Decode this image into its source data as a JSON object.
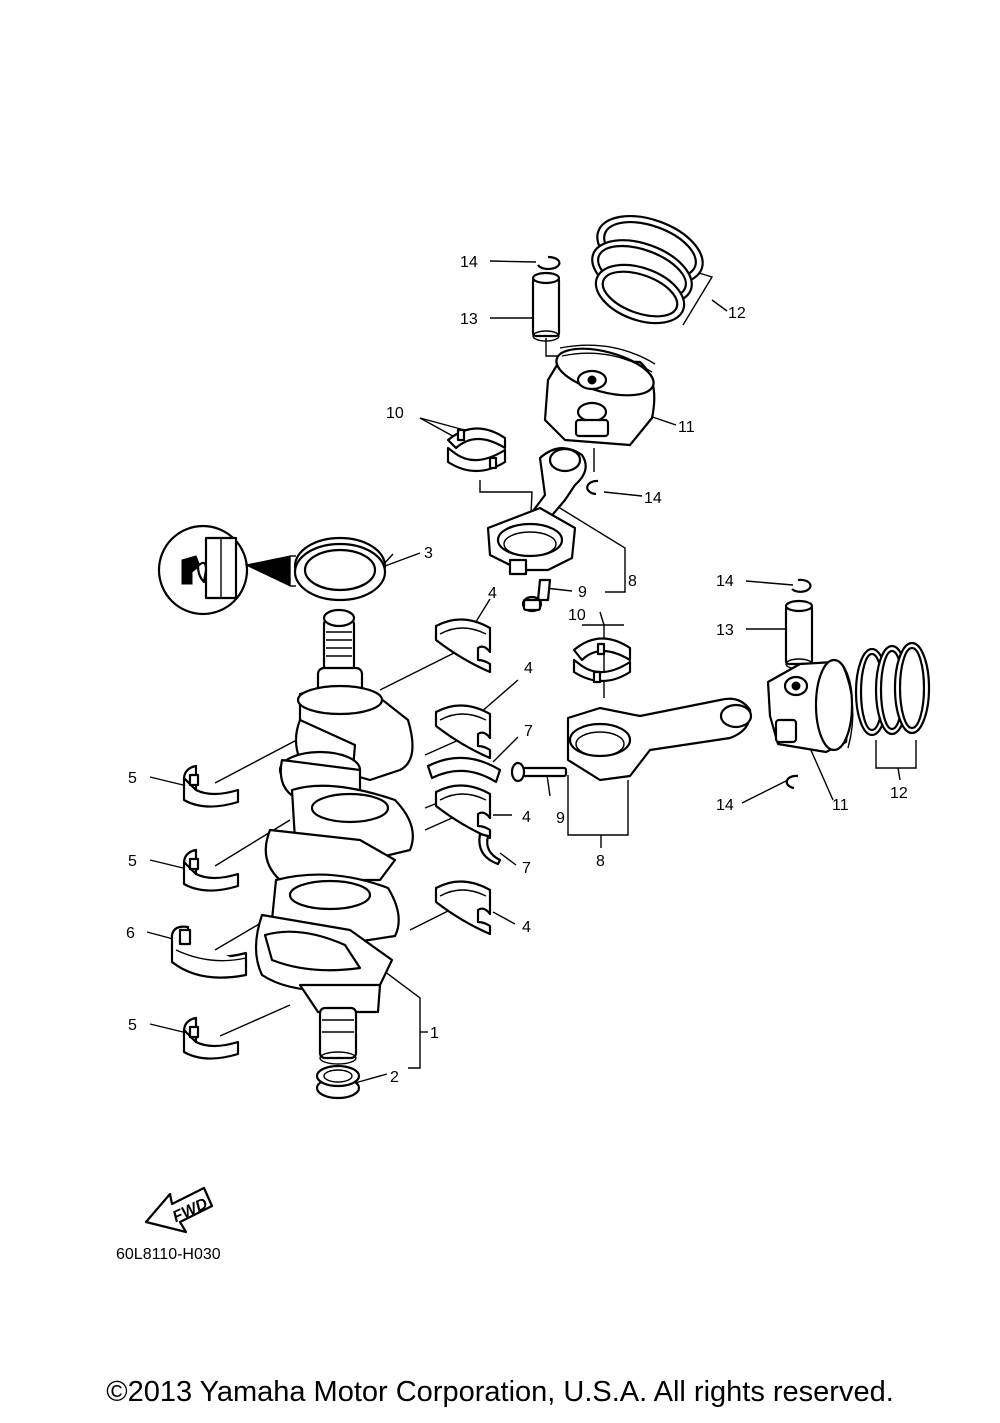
{
  "diagram": {
    "callouts": {
      "c1": "1",
      "c2": "2",
      "c3": "3",
      "c4a": "4",
      "c4b": "4",
      "c4c": "4",
      "c4d": "4",
      "c5a": "5",
      "c5b": "5",
      "c5c": "5",
      "c6": "6",
      "c7a": "7",
      "c7b": "7",
      "c8a": "8",
      "c8b": "8",
      "c9a": "9",
      "c9b": "9",
      "c10a": "10",
      "c10b": "10",
      "c11a": "11",
      "c11b": "11",
      "c12a": "12",
      "c12b": "12",
      "c13a": "13",
      "c13b": "13",
      "c14a": "14",
      "c14b": "14",
      "c14c": "14",
      "c14d": "14"
    },
    "fwd_label": "FWD",
    "drawing_code": "60L8110-H030",
    "copyright": "©2013 Yamaha Motor Corporation, U.S.A. All rights reserved."
  }
}
